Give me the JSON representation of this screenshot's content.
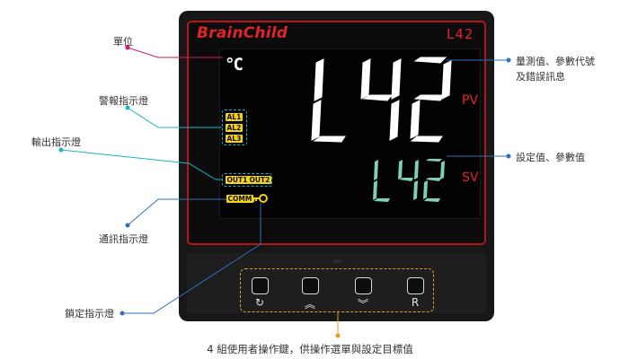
{
  "device": {
    "brand": "BrainChild",
    "model": "L42",
    "pv_label": "PV",
    "sv_label": "SV",
    "unit": "°C",
    "pv_display": "L42",
    "sv_display": "L42",
    "indicators": {
      "alarms": [
        "AL1",
        "AL2",
        "AL3"
      ],
      "outputs": [
        "OUT1",
        "OUT2"
      ],
      "comm": "COMM"
    },
    "keys": [
      {
        "name": "cycle",
        "symbol": "↻"
      },
      {
        "name": "up",
        "symbol": "︽"
      },
      {
        "name": "down",
        "symbol": "︾"
      },
      {
        "name": "reset",
        "symbol": "R"
      }
    ]
  },
  "callouts": {
    "unit": "單位",
    "alarm": "警報指示燈",
    "output": "輸出指示燈",
    "comm": "通訊指示燈",
    "lock": "鎖定指示燈",
    "pv_line1": "量測值、參數代號",
    "pv_line2": "及錯誤訊息",
    "sv": "設定值、參數值",
    "keys": "4 組使用者操作鍵，供操作選單與設定目標值"
  },
  "colors": {
    "frame_red": "#b3151a",
    "brand_red": "#e0242b",
    "pv_digits": "#ffffff",
    "sv_digits": "#7fd0b8",
    "indicator_yellow": "#f4d21a",
    "leader_cyan": "#19b6c5",
    "leader_magenta": "#d6176e",
    "leader_blue": "#2e6fbf",
    "leader_orange": "#e79a2c"
  },
  "icons": [
    "key-icon",
    "cycle-arrow-icon",
    "double-chevron-up-icon",
    "double-chevron-down-icon"
  ]
}
